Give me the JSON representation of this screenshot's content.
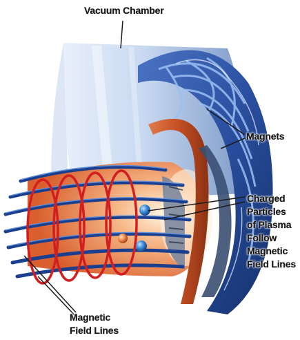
{
  "diagram": {
    "labels": {
      "vacuum_chamber": "Vacuum Chamber",
      "magnets": "Magnets",
      "charged_particles": [
        "Charged",
        "Particles",
        "of Plasma",
        "Follow",
        "Magnetic",
        "Field Lines"
      ],
      "magnetic_field_lines": [
        "Magnetic",
        "Field Lines"
      ]
    },
    "colors": {
      "chamber_wall": "#c9d9ee",
      "field_line": "#1b3f8f",
      "particle_helix": "#d11f1f",
      "magnet_ring": "#c8582c",
      "plasma_glow": "#f2a070",
      "particle_blue": "#2f7fd0",
      "particle_orange": "#e8733a"
    }
  }
}
